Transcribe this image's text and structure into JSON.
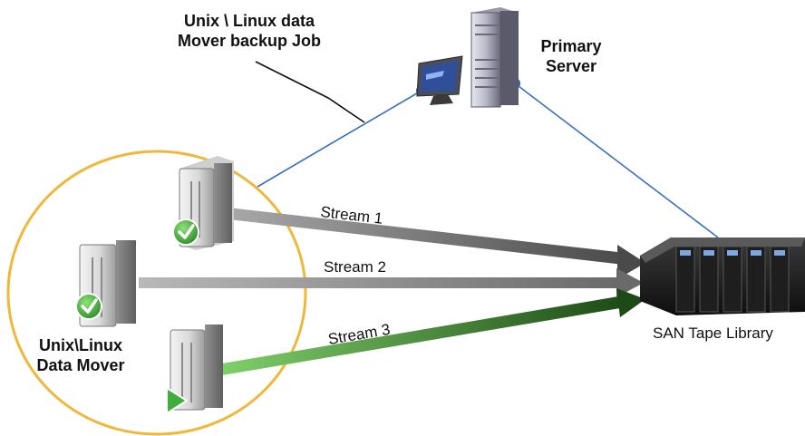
{
  "annotation": {
    "line1": "Unix \\ Linux data",
    "line2": "Mover backup Job"
  },
  "primary_server": {
    "line1": "Primary",
    "line2": "Server",
    "icons": [
      "monitor-icon",
      "server-tower-icon"
    ]
  },
  "data_mover": {
    "line1": "Unix\\Linux",
    "line2": "Data Mover",
    "servers": [
      {
        "status": "check-icon"
      },
      {
        "status": "check-icon"
      },
      {
        "status": "play-icon"
      }
    ]
  },
  "streams": [
    {
      "label": "Stream 1",
      "color": "#7a7a7a"
    },
    {
      "label": "Stream 2",
      "color": "#9a9a9a"
    },
    {
      "label": "Stream 3",
      "color": "#2e6e22"
    }
  ],
  "tape_library": {
    "label": "SAN Tape Library"
  },
  "colors": {
    "circle": "#f0b83a",
    "connector": "#3a6fbf",
    "check": "#3fae3b",
    "play": "#3fae3b"
  }
}
